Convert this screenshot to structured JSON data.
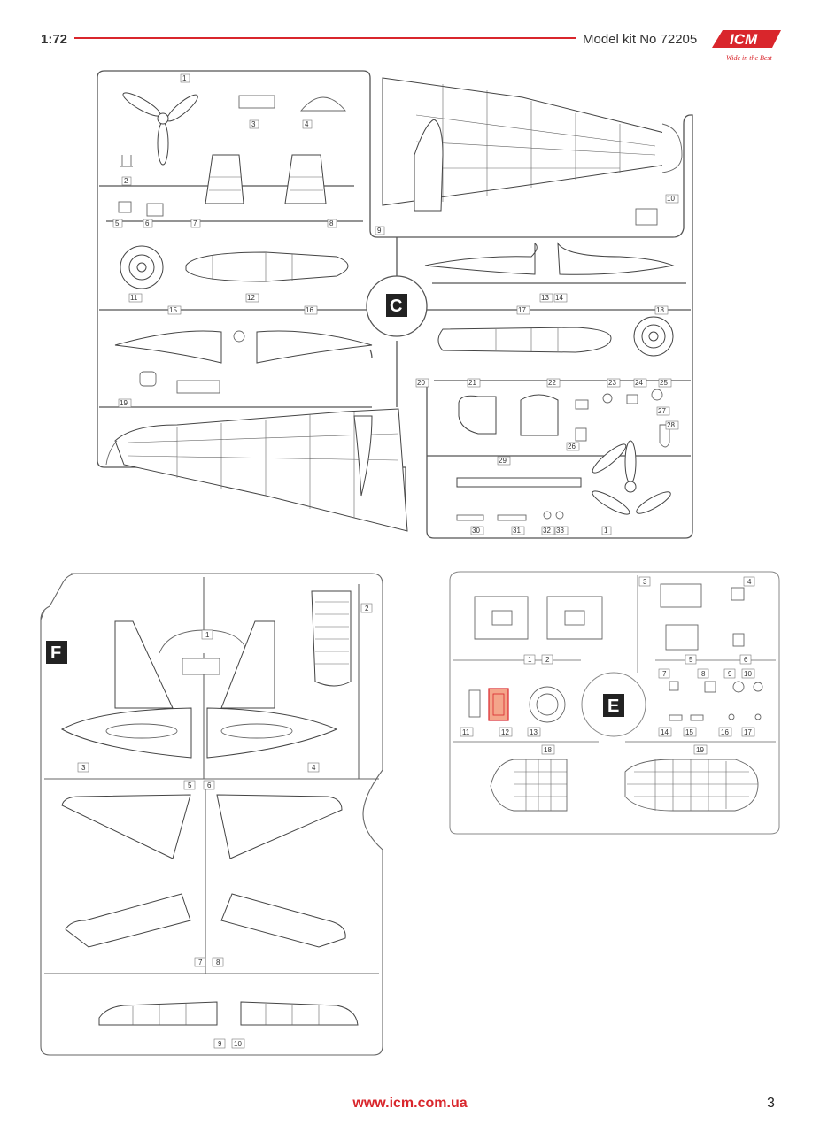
{
  "header": {
    "scale": "1:72",
    "kit": "Model kit No 72205",
    "brand": "ICM",
    "tagline": "Wide in the Best",
    "accent_color": "#d9262c"
  },
  "footer": {
    "url": "www.icm.com.ua",
    "page": "3"
  },
  "sprues": {
    "C": {
      "letter": "C",
      "parts": [
        "1",
        "2",
        "3",
        "4",
        "5",
        "6",
        "7",
        "8",
        "9",
        "10",
        "11",
        "12",
        "13",
        "14",
        "15",
        "16",
        "17",
        "18",
        "19",
        "20",
        "21",
        "22",
        "23",
        "24",
        "25",
        "26",
        "27",
        "28",
        "29",
        "30",
        "31",
        "32",
        "33",
        "1"
      ]
    },
    "F": {
      "letter": "F",
      "parts": [
        "1",
        "2",
        "3",
        "4",
        "5",
        "6",
        "7",
        "8",
        "9",
        "10"
      ]
    },
    "E": {
      "letter": "E",
      "highlighted_part": "12",
      "parts": [
        "1",
        "2",
        "3",
        "4",
        "5",
        "6",
        "7",
        "8",
        "9",
        "10",
        "11",
        "12",
        "13",
        "14",
        "15",
        "16",
        "17",
        "18",
        "19"
      ]
    }
  }
}
